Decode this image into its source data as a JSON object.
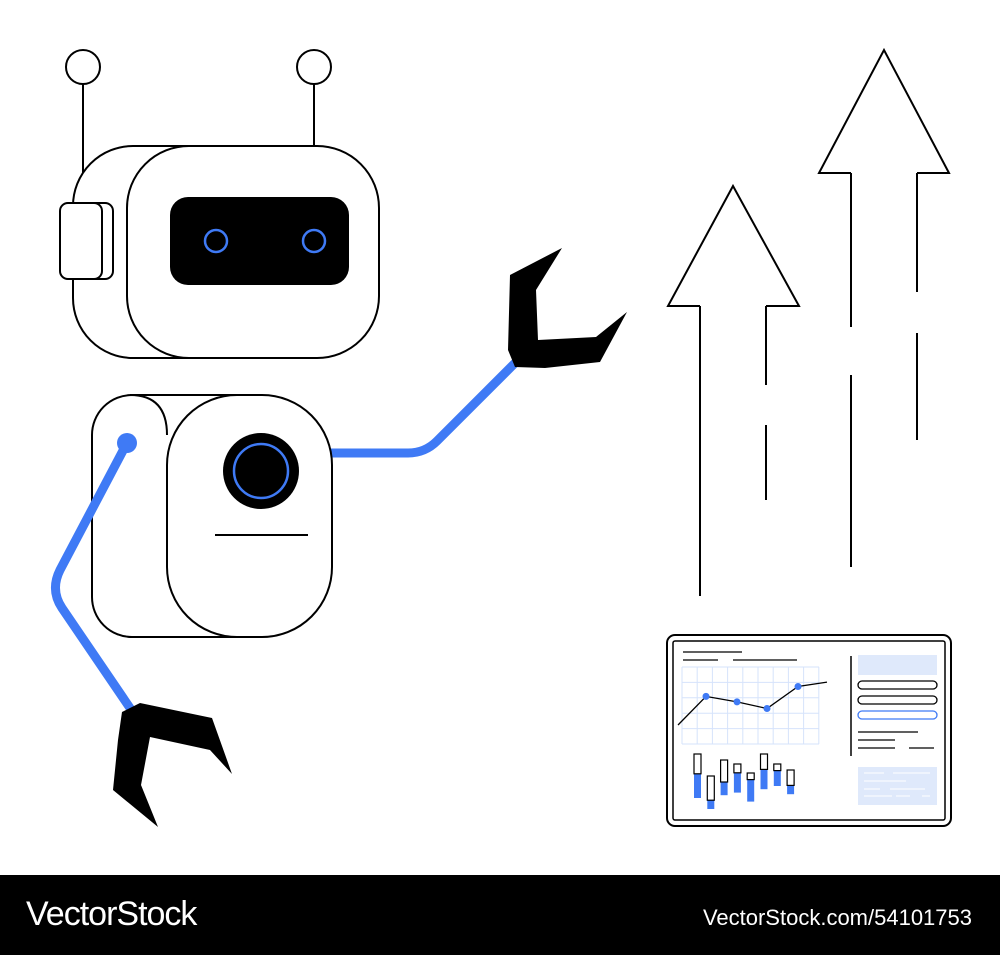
{
  "illustration": {
    "subject": "robot-with-growth-arrows-and-dashboard",
    "colors": {
      "accent": "#3f7af5",
      "outline": "#000000",
      "panel_fill": "#dfe9fb",
      "grid": "#d6e3fb"
    }
  },
  "dashboard": {
    "line_values": [
      0,
      2.6,
      2.1,
      1.5,
      3.5,
      3.9
    ],
    "bars": [
      {
        "box": 0.45,
        "fill": 0.55
      },
      {
        "box": 0.55,
        "fill": 0.2
      },
      {
        "box": 0.5,
        "fill": 0.3
      },
      {
        "box": 0.2,
        "fill": 0.45
      },
      {
        "box": 0.15,
        "fill": 0.5
      },
      {
        "box": 0.35,
        "fill": 0.45
      },
      {
        "box": 0.15,
        "fill": 0.35
      },
      {
        "box": 0.35,
        "fill": 0.2
      }
    ]
  },
  "footer": {
    "brand": "VectorStock",
    "stock_id": "VectorStock.com/54101753"
  }
}
